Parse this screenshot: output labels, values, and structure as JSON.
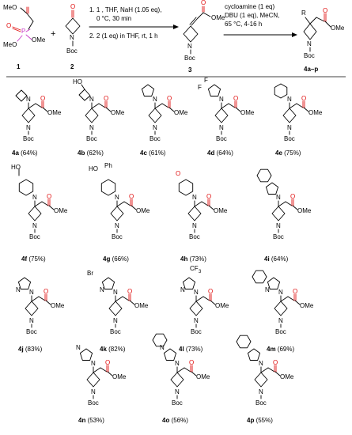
{
  "scheme": {
    "reagent1": {
      "meo_top": "MeO",
      "o": "O",
      "p": "P",
      "ome_side": "OMe",
      "meo_bottom": "MeO",
      "o_dbl": "O",
      "label": "1"
    },
    "plus": "+",
    "reagent2": {
      "o": "O",
      "n": "N",
      "boc": "Boc",
      "label": "2"
    },
    "arrow1": {
      "line1": "1. 1 , THF, NaH (1.05 eq),",
      "line2": "0 °C, 30 min",
      "line3": "2. 2 (1 eq) in THF, rt, 1 h"
    },
    "intermediate3": {
      "o": "O",
      "ome": "OMe",
      "n": "N",
      "boc": "Boc",
      "label": "3"
    },
    "arrow2": {
      "line1": "cycloamine (1 eq)",
      "line2": "DBU (1 eq), MeCN,",
      "line3": "65 °C, 4-16 h"
    },
    "product": {
      "r": "R",
      "o": "O",
      "ome": "OMe",
      "n": "N",
      "boc": "Boc",
      "label": "4a–p"
    }
  },
  "common": {
    "n": "N",
    "o": "O",
    "ome": "OMe",
    "boc": "Boc",
    "ho": "HO",
    "ph": "Ph",
    "f": "F",
    "br": "Br",
    "cf3": "CF",
    "three": "3"
  },
  "compounds": [
    {
      "id": "4a",
      "yield": "(64%)"
    },
    {
      "id": "4b",
      "yield": "(62%)"
    },
    {
      "id": "4c",
      "yield": "(61%)"
    },
    {
      "id": "4d",
      "yield": "(64%)"
    },
    {
      "id": "4e",
      "yield": "(75%)"
    },
    {
      "id": "4f",
      "yield": "(75%)"
    },
    {
      "id": "4g",
      "yield": "(66%)"
    },
    {
      "id": "4h",
      "yield": "(73%)"
    },
    {
      "id": "4i",
      "yield": "(64%)"
    },
    {
      "id": "4j",
      "yield": "(83%)"
    },
    {
      "id": "4k",
      "yield": "(82%)"
    },
    {
      "id": "4l",
      "yield": "(73%)"
    },
    {
      "id": "4m",
      "yield": "(69%)"
    },
    {
      "id": "4n",
      "yield": "(53%)"
    },
    {
      "id": "4o",
      "yield": "(56%)"
    },
    {
      "id": "4p",
      "yield": "(55%)"
    }
  ],
  "colors": {
    "phosphorus": "#c83cc8",
    "oxygen": "#e01010",
    "text": "#000000"
  }
}
